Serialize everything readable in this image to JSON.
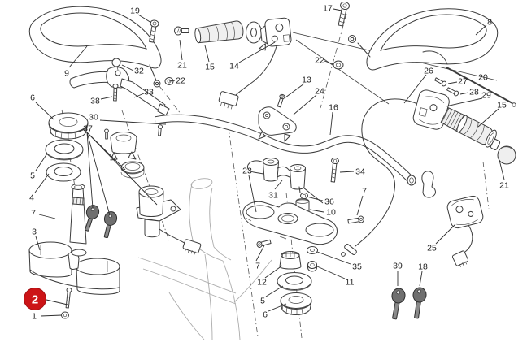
{
  "diagram": {
    "type": "exploded-parts-diagram",
    "subject": "handlebar-assembly",
    "background_color": "#ffffff",
    "line_color": "#3c3c3c",
    "selected_callout": {
      "label": "2",
      "badge_color": "#cc1417",
      "text_color": "#ffffff"
    },
    "callouts": [
      {
        "label": "19"
      },
      {
        "label": "9"
      },
      {
        "label": "32"
      },
      {
        "label": "33"
      },
      {
        "label": "38"
      },
      {
        "label": "6"
      },
      {
        "label": "30"
      },
      {
        "label": "37"
      },
      {
        "label": "5"
      },
      {
        "label": "4"
      },
      {
        "label": "7"
      },
      {
        "label": "3"
      },
      {
        "label": "1"
      },
      {
        "label": "21"
      },
      {
        "label": "15"
      },
      {
        "label": "14"
      },
      {
        "label": "22"
      },
      {
        "label": "17"
      },
      {
        "label": "22"
      },
      {
        "label": "13"
      },
      {
        "label": "24"
      },
      {
        "label": "16"
      },
      {
        "label": "8"
      },
      {
        "label": "26"
      },
      {
        "label": "20"
      },
      {
        "label": "27"
      },
      {
        "label": "28"
      },
      {
        "label": "29"
      },
      {
        "label": "15"
      },
      {
        "label": "21"
      },
      {
        "label": "34"
      },
      {
        "label": "7"
      },
      {
        "label": "23"
      },
      {
        "label": "31"
      },
      {
        "label": "36"
      },
      {
        "label": "10"
      },
      {
        "label": "7"
      },
      {
        "label": "12"
      },
      {
        "label": "5"
      },
      {
        "label": "6"
      },
      {
        "label": "35"
      },
      {
        "label": "11"
      },
      {
        "label": "25"
      },
      {
        "label": "39"
      },
      {
        "label": "18"
      }
    ]
  }
}
